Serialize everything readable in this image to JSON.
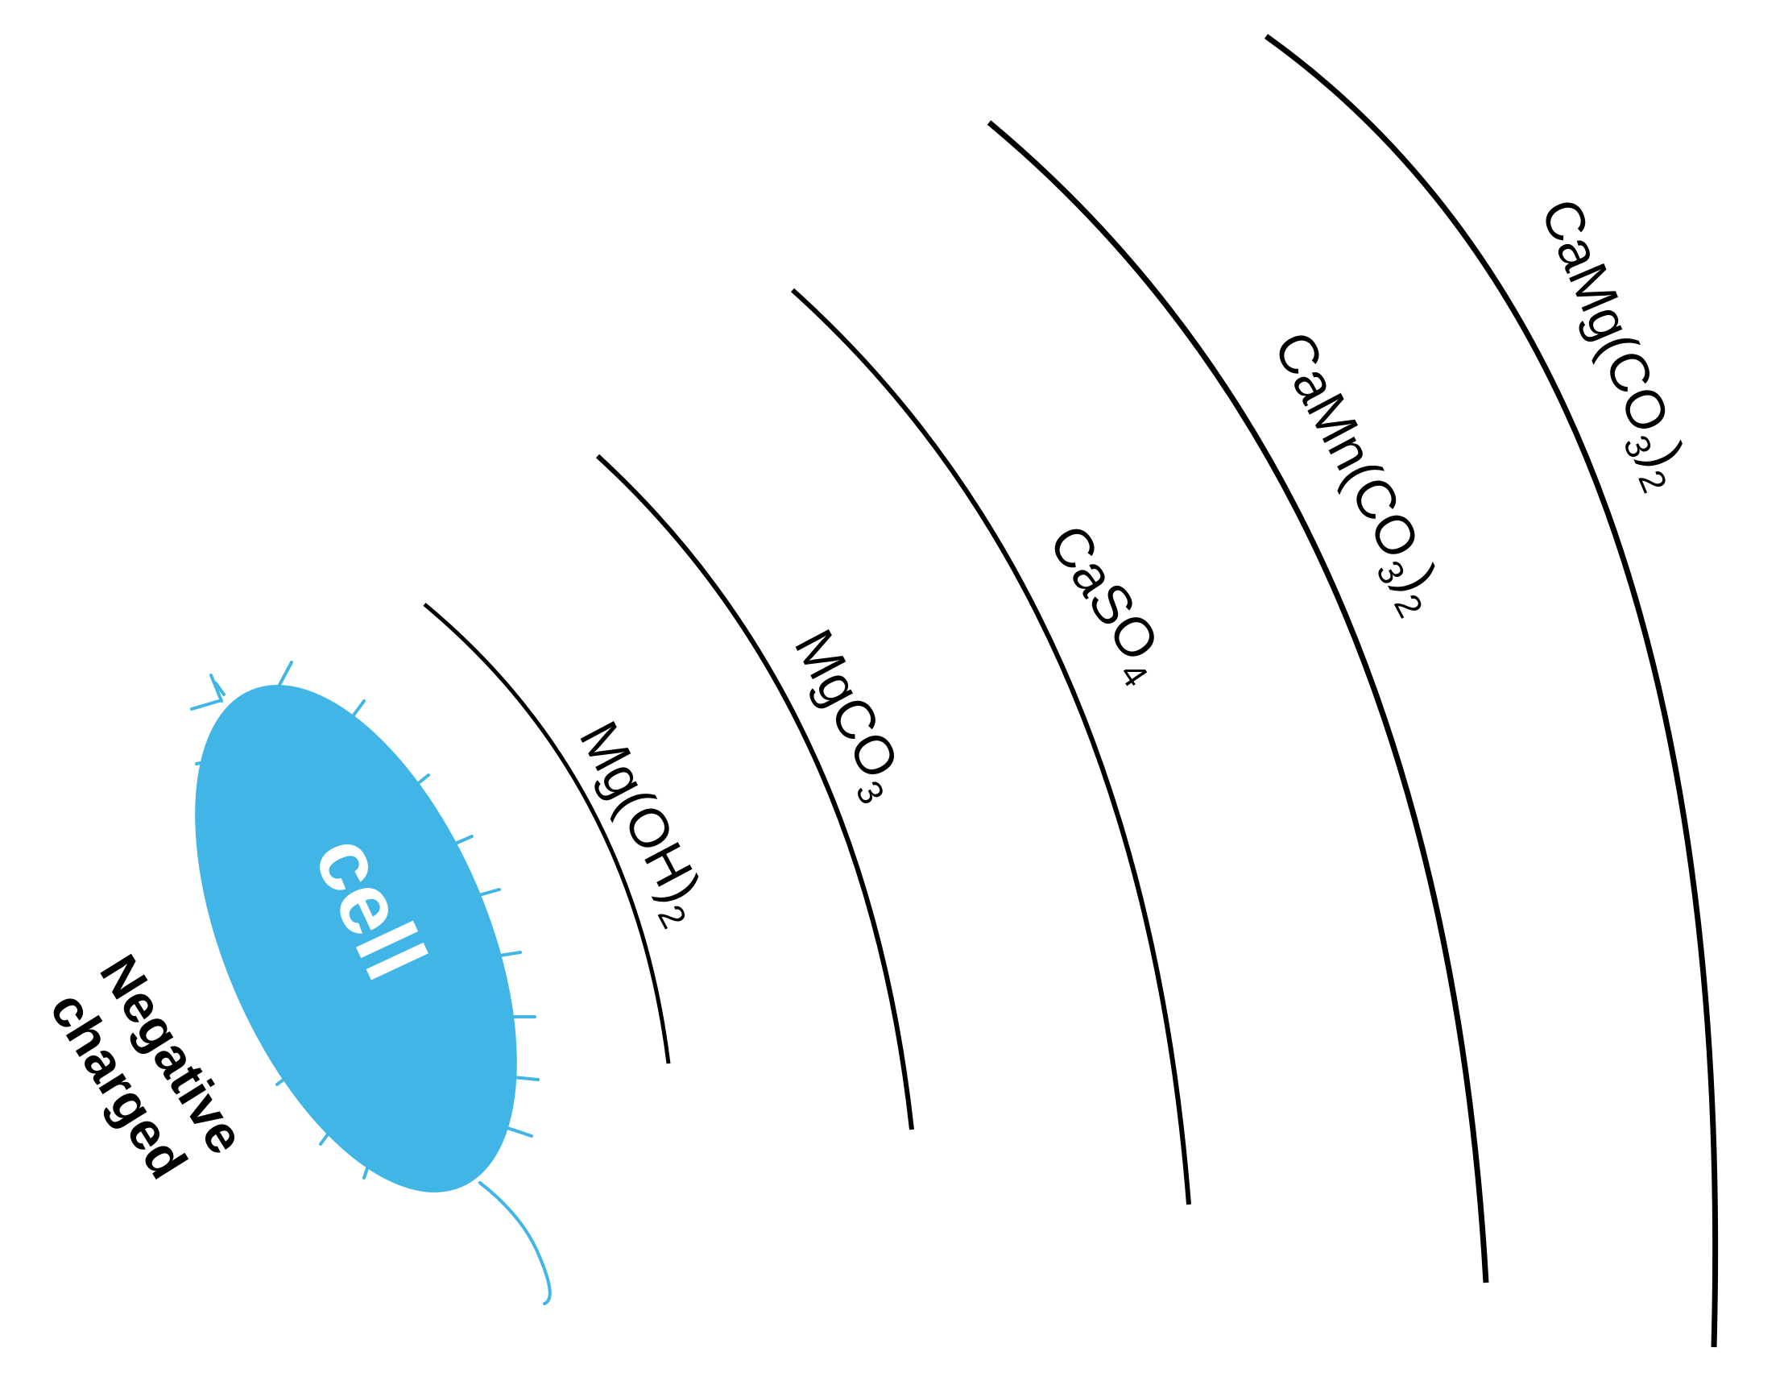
{
  "diagram": {
    "colors": {
      "background": "#ffffff",
      "cell_fill": "#41b6e6",
      "line": "#000000",
      "cell_text": "#ffffff",
      "text": "#000000"
    },
    "cell": {
      "label": "cell",
      "charge_line1": "Negative",
      "charge_line2": "charged"
    },
    "layers": [
      {
        "base": "Mg(OH)",
        "subscript": "2"
      },
      {
        "base": "MgCO",
        "subscript": "3"
      },
      {
        "base": "CaSO",
        "subscript": "4"
      },
      {
        "base": "CaMn(CO",
        "subscript": "3",
        "tail": ")",
        "subscript2": "2"
      },
      {
        "base": "CaMg(CO",
        "subscript": "3",
        "tail": ")",
        "subscript2": "2"
      }
    ]
  }
}
